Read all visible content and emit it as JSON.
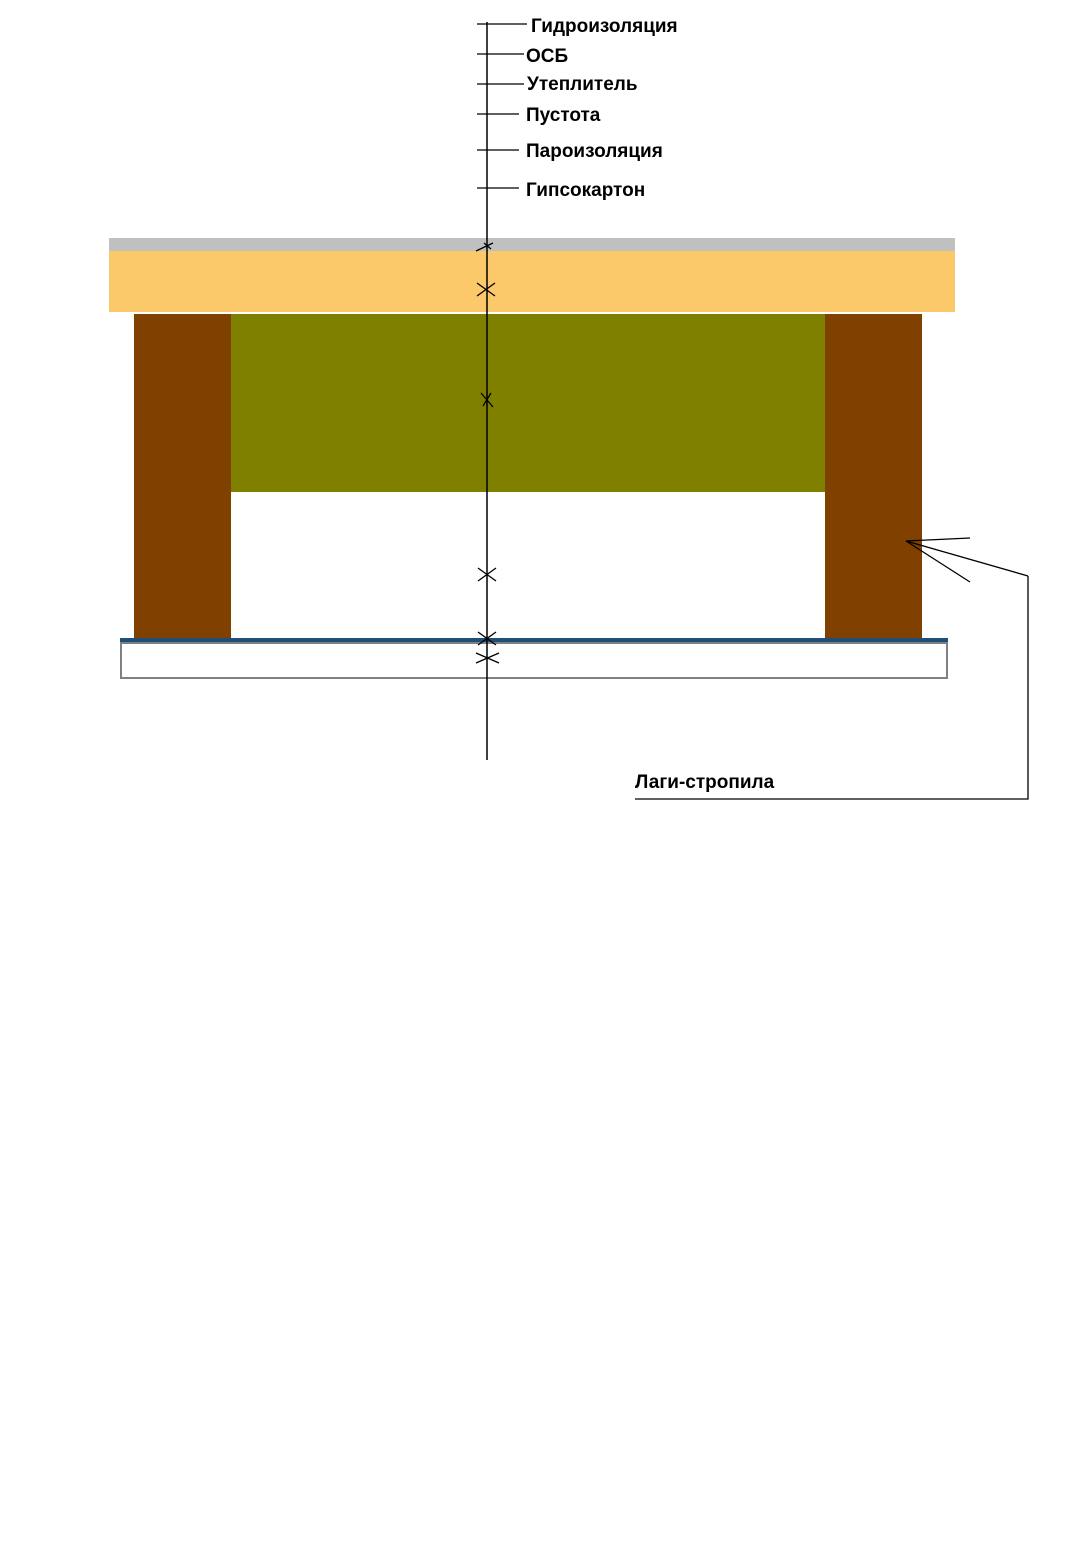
{
  "labels": {
    "waterproofing": "Гидроизоляция",
    "osb": "ОСБ",
    "insulation": "Утеплитель",
    "void": "Пустота",
    "vapor_barrier": "Пароизоляция",
    "drywall": "Гипсокартон",
    "joists_rafters": "Лаги-стропила"
  },
  "colors": {
    "waterproofing": "#c0c0c0",
    "osb": "#fcc96a",
    "insulation": "#808000",
    "joist": "#804000",
    "vapor_barrier": "#1f4e79",
    "drywall_stroke": "#808080",
    "line": "#000000"
  }
}
